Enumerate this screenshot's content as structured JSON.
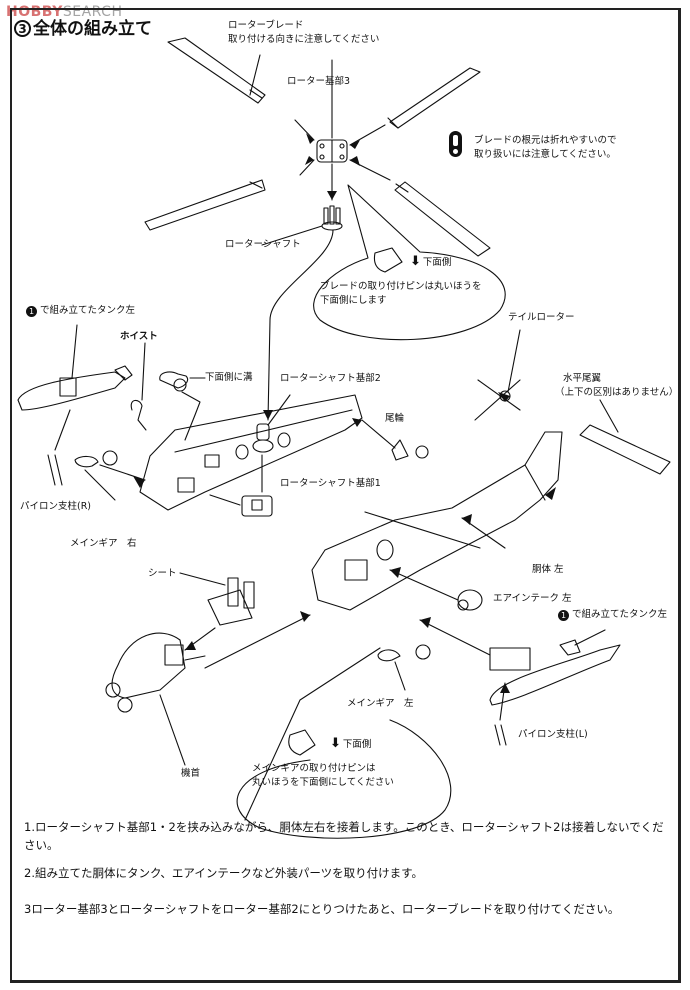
{
  "watermark": {
    "part1": "HOBBY",
    "part2": "SEARCH"
  },
  "header": {
    "step_number": "3",
    "title": "全体の組み立て"
  },
  "labels": {
    "rotor_blade_line1": "ローターブレード",
    "rotor_blade_line2": "取り付ける向きに注意してください",
    "rotor_hub3": "ローター基部3",
    "caution_line1": "ブレードの根元は折れやすいので",
    "caution_line2": "取り扱いには注意してください。",
    "rotor_shaft": "ローターシャフト",
    "blade_underside": "下面側",
    "blade_pin_line1": "ブレードの取り付けピンは丸いほうを",
    "blade_pin_line2": "下面側にします",
    "tank_left_top": "で組み立てたタンク左",
    "tank_left_top_num": "1",
    "hoist": "ホイスト",
    "underside_groove": "下面側に溝",
    "rotor_shaft_base2": "ローターシャフト基部2",
    "tail_wheel": "尾輪",
    "tail_rotor": "テイルローター",
    "h_stabilizer_line1": "水平尾翼",
    "h_stabilizer_line2": "（上下の区別はありません）",
    "pylon_strut_r": "パイロン支柱(R)",
    "rotor_shaft_base1": "ローターシャフト基部1",
    "main_gear_right": "メインギア　右",
    "fuselage_left": "胴体 左",
    "seat": "シート",
    "air_intake_left": "エアインテーク 左",
    "tank_left_bottom": "で組み立てたタンク左",
    "tank_left_bottom_num": "1",
    "main_gear_left": "メインギア　左",
    "gear_underside": "下面側",
    "gear_pin_line1": "メインギアの取り付けピンは",
    "gear_pin_line2": "丸いほうを下面側にしてください",
    "pylon_strut_l": "パイロン支柱(L)",
    "nose": "機首"
  },
  "instructions": [
    "1.ローターシャフト基部1・2を挟み込みながら、胴体左右を接着します。このとき、ローターシャフト2は接着しないでください。",
    "2.組み立てた胴体にタンク、エアインテークなど外装パーツを取り付けます。",
    "3ローター基部3とローターシャフトをローター基部2にとりつけたあと、ローターブレードを取り付けてください。"
  ],
  "icons": {
    "caution": "exclamation-icon",
    "down_arrow": "down-arrow-icon"
  }
}
